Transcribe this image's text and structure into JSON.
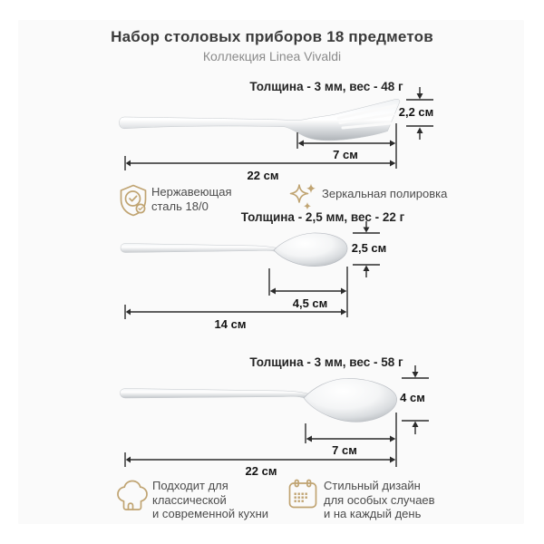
{
  "header": {
    "title": "Набор столовых приборов 18 предметов",
    "subtitle": "Коллекция Linea Vivaldi"
  },
  "items": [
    {
      "name": "fork",
      "spec": "Толщина - 3 мм, вес - 48 г",
      "height": "2,2 см",
      "head_width": "7 см",
      "length": "22 см"
    },
    {
      "name": "teaspoon",
      "spec": "Толщина - 2,5 мм, вес - 22 г",
      "height": "2,5 см",
      "head_width": "4,5 см",
      "length": "14 см"
    },
    {
      "name": "tablespoon",
      "spec": "Толщина - 3 мм, вес - 58 г",
      "height": "4 см",
      "head_width": "7 см",
      "length": "22 см"
    }
  ],
  "features": [
    {
      "icon": "shield-check-icon",
      "lines": [
        "Нержавеющая",
        "сталь 18/0"
      ]
    },
    {
      "icon": "sparkles-icon",
      "lines": [
        "Зеркальная полировка"
      ]
    },
    {
      "icon": "chef-hat-icon",
      "lines": [
        "Подходит для",
        "классической",
        "и современной кухни"
      ]
    },
    {
      "icon": "calendar-icon",
      "lines": [
        "Стильный дизайн",
        "для особых случаев",
        "и на каждый день"
      ]
    }
  ],
  "colors": {
    "accent_gold": "#c0a472",
    "card_bg": "#fafafa",
    "title_text": "#3a3a3a",
    "subtitle_text": "#8b8b8b",
    "dimension_text": "#141414",
    "feature_text": "#4c4c4c"
  }
}
